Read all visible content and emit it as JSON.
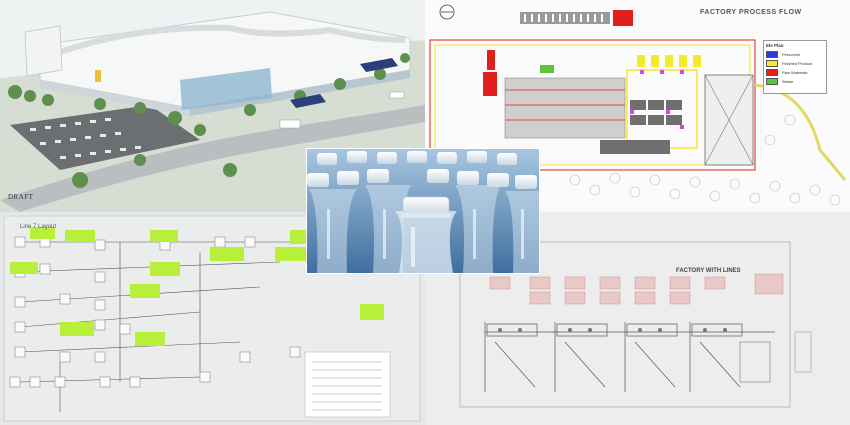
{
  "panels": {
    "rendering": {
      "label": "DRAFT"
    },
    "process_flow": {
      "title": "FACTORY PROCESS FLOW",
      "legend": {
        "title": "Ele Plan",
        "items": [
          {
            "label": "Personnel",
            "color": "#2a3cd8"
          },
          {
            "label": "Finished Product",
            "color": "#f2ea2a"
          },
          {
            "label": "Raw Materials",
            "color": "#e21f1f"
          },
          {
            "label": "Waste",
            "color": "#5cc63a"
          }
        ]
      }
    },
    "whiteboard": {
      "title": "Line 7 Layout"
    },
    "factory_lines": {
      "title": "FACTORY WITH LINES"
    }
  },
  "colors": {
    "sticky_note": "#b8ef3a",
    "process_gray": "#7a7a7a",
    "flow_red": "#e21f1f",
    "flow_yellow": "#f2ea2a",
    "flow_magenta": "#d24ad8",
    "bottle_blue": "#6f9cc6"
  }
}
